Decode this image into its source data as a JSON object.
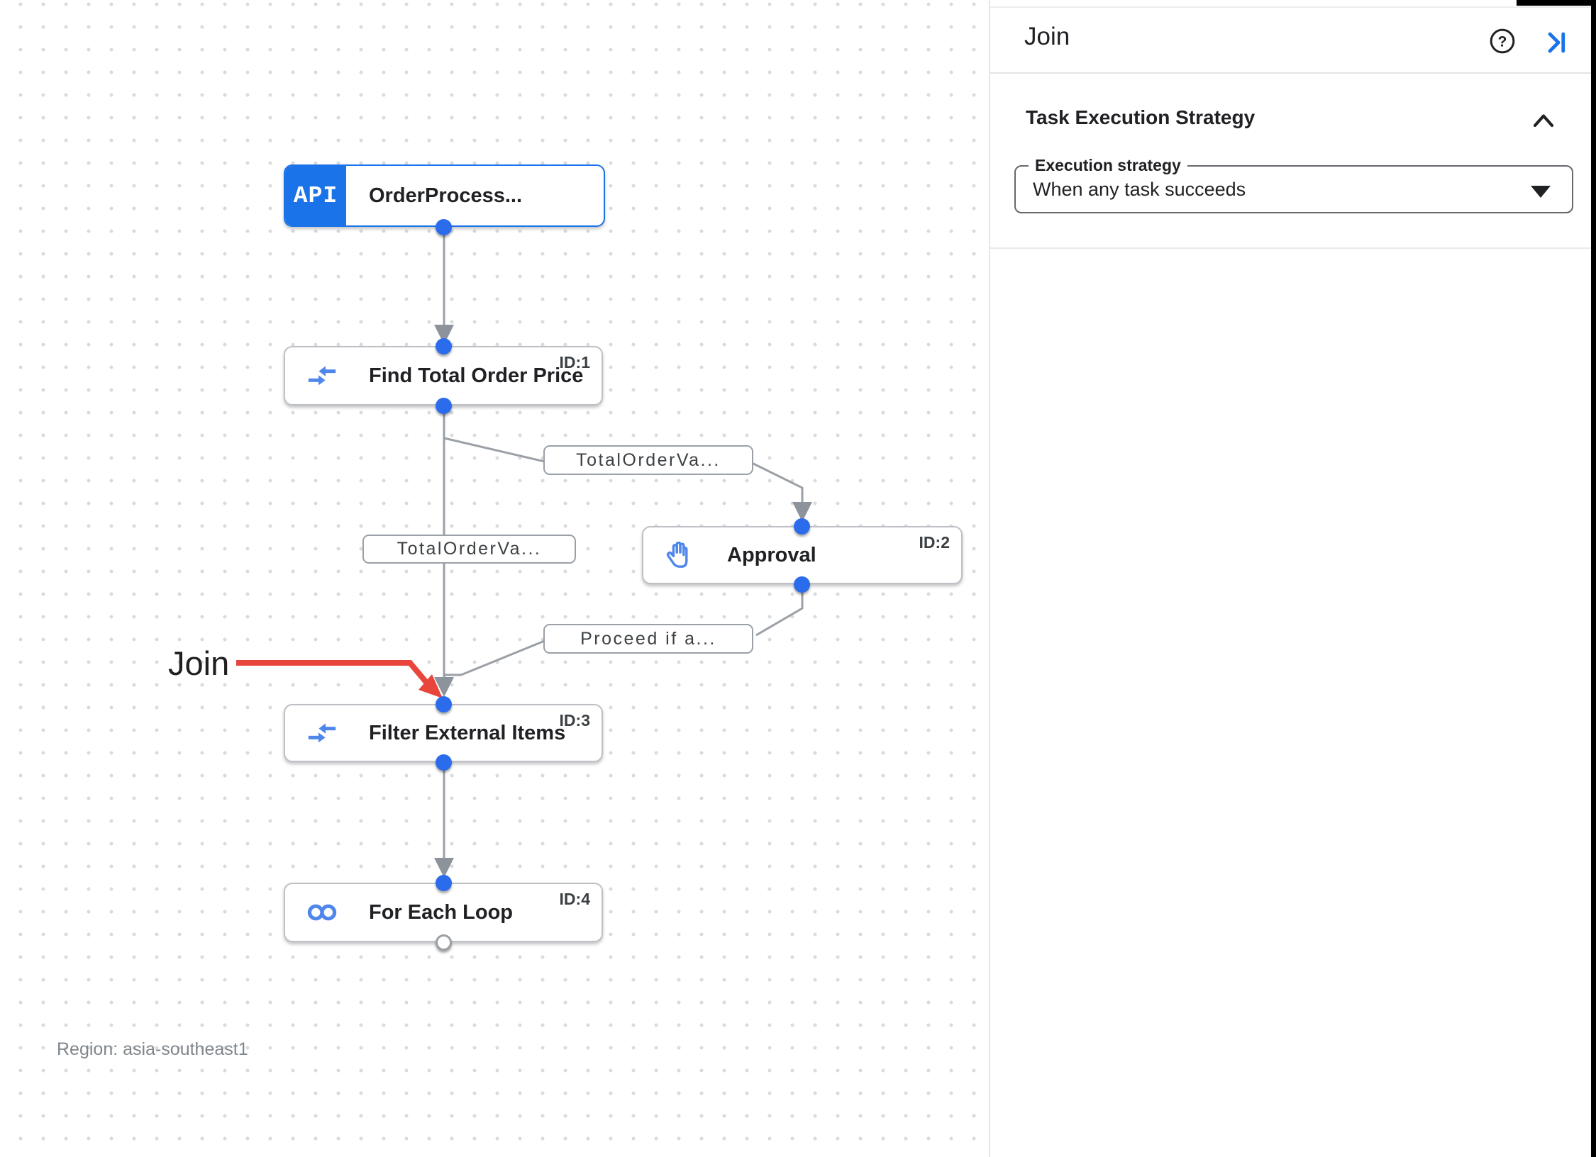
{
  "canvas": {
    "region_label": "Region: asia-southeast1",
    "annotation_label": "Join",
    "nodes": {
      "trigger": {
        "title": "OrderProcess...",
        "badge": "API"
      },
      "find_total": {
        "title": "Find Total Order Price",
        "id": "ID:1"
      },
      "approval": {
        "title": "Approval",
        "id": "ID:2"
      },
      "filter": {
        "title": "Filter External Items",
        "id": "ID:3"
      },
      "foreach": {
        "title": "For Each Loop",
        "id": "ID:4"
      }
    },
    "edge_labels": {
      "to_approval": "TotalOrderVa...",
      "to_filter": "TotalOrderVa...",
      "from_approval": "Proceed if a..."
    }
  },
  "panel": {
    "title": "Join",
    "help_glyph": "?",
    "section_heading": "Task Execution Strategy",
    "field_label": "Execution strategy",
    "field_value": "When any task succeeds"
  },
  "colors": {
    "accent_blue": "#1a73e8",
    "icon_blue": "#4f86ec",
    "edge_gray": "#9aa0a6",
    "annotation_red": "#ea4335"
  }
}
